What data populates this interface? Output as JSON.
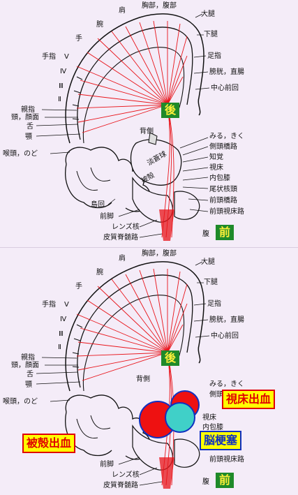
{
  "labels": {
    "shoulder": "肩",
    "chest_abdomen": "胸部，腹部",
    "thigh": "大腿",
    "arm": "腕",
    "lower_leg": "下腿",
    "hand": "手",
    "toes": "足指",
    "fingers": "手指",
    "finger_v": "V",
    "finger_iv": "Ⅳ",
    "finger_iii": "Ⅲ",
    "finger_ii": "Ⅱ",
    "bladder_rectum": "膀胱，直腸",
    "precentral": "中心前回",
    "thumb": "親指",
    "neck_face": "頸，顔面",
    "tongue": "舌",
    "jaw": "顎",
    "pharynx": "喉頭，のど",
    "dorsal": "背側",
    "see_hear": "みる，きく",
    "temporopontine": "側頭橋路",
    "sensory": "知覚",
    "thalamus": "視床",
    "internal_capsule_tag": "内包膝",
    "caudate_head": "尾状核頭",
    "frontopontine": "前頭橋路",
    "frontothalamic": "前頭視床路",
    "insula": "島回",
    "anterior_limb": "前脚",
    "lentiform": "レンズ核",
    "corticobulbar": "皮質脊髄路",
    "ventral": "腹　側",
    "thalamus_inner": "淡蒼球",
    "putamen_inner": "被殻"
  },
  "tags": {
    "posterior": "後",
    "anterior": "前"
  },
  "callouts": {
    "thalamic_hemorrhage": "視床出血",
    "putaminal_hemorrhage": "被殻出血",
    "cerebral_infarction": "脳梗塞"
  },
  "colors": {
    "fiber": "#e8141a",
    "outline": "#111111",
    "tag_bg": "#1f8a2a",
    "tag_text": "#ffef3a",
    "hemorrhage": "#ee1111",
    "infarct": "#40d0c8",
    "box_bg": "#ffff00"
  }
}
